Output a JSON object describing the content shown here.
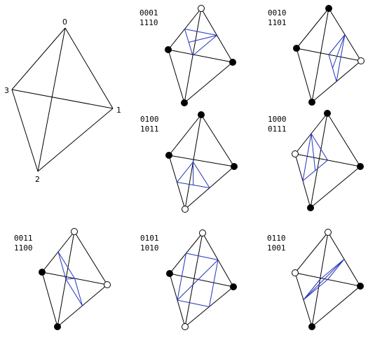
{
  "colors": {
    "edge": "#000000",
    "section": "#2233bb",
    "filled_vertex": "#000000",
    "open_vertex": "#ffffff"
  },
  "reference": {
    "vertex_labels": [
      "0",
      "1",
      "2",
      "3"
    ]
  },
  "panels": [
    {
      "code": "0001",
      "complement": "1110",
      "states": [
        0,
        1,
        1,
        1
      ]
    },
    {
      "code": "0010",
      "complement": "1101",
      "states": [
        1,
        0,
        1,
        1
      ]
    },
    {
      "code": "0100",
      "complement": "1011",
      "states": [
        1,
        1,
        0,
        1
      ]
    },
    {
      "code": "1000",
      "complement": "0111",
      "states": [
        1,
        1,
        1,
        0
      ]
    },
    {
      "code": "0011",
      "complement": "1100",
      "states": [
        0,
        0,
        1,
        1
      ]
    },
    {
      "code": "0101",
      "complement": "1010",
      "states": [
        0,
        1,
        0,
        1
      ]
    },
    {
      "code": "0110",
      "complement": "1001",
      "states": [
        0,
        1,
        1,
        0
      ]
    }
  ]
}
